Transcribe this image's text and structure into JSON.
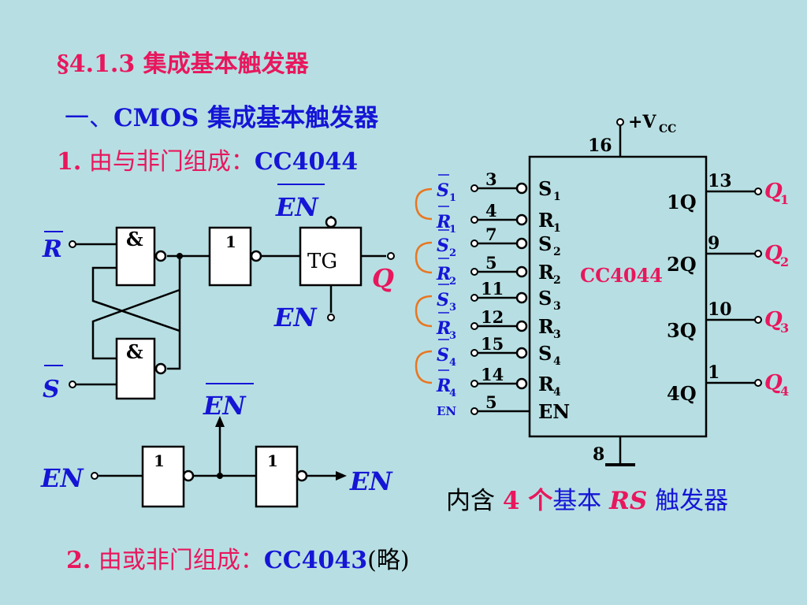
{
  "heading": {
    "section": "§4.1.3  集成基本触发器",
    "title_prefix": "一、",
    "title_bold": "CMOS",
    "title_rest": " 集成基本触发器",
    "sub1_num": "1.",
    "sub1_text": " 由与非门组成：",
    "sub1_chip": "CC4044",
    "sub2_num": "2.",
    "sub2_text": " 由或非门组成：",
    "sub2_chip": "CC4043",
    "sub2_note": "(略)"
  },
  "left_circuit": {
    "gate_and": "&",
    "gate_not": "1",
    "tg_label": "TG",
    "input_r": "R",
    "input_s": "S",
    "output_q": "Q",
    "en_bar": "EN",
    "en": "EN",
    "en_bottom_in": "EN",
    "en_bottom_out": "EN",
    "en_bottom_top": "EN"
  },
  "chip": {
    "name": "CC4044",
    "vcc": "+V",
    "vcc_sub": "CC",
    "pin_vcc": "16",
    "pin_gnd": "8",
    "left_pins": [
      {
        "num": "3",
        "sig": "S",
        "sub": "1",
        "ext": "S",
        "ext_sub": "1"
      },
      {
        "num": "4",
        "sig": "R",
        "sub": "1",
        "ext": "R",
        "ext_sub": "1"
      },
      {
        "num": "7",
        "sig": "S",
        "sub": "2",
        "ext": "S",
        "ext_sub": "2"
      },
      {
        "num": "5",
        "sig": "R",
        "sub": "2",
        "ext": "R",
        "ext_sub": "2"
      },
      {
        "num": "11",
        "sig": "S",
        "sub": "3",
        "ext": "S",
        "ext_sub": "3"
      },
      {
        "num": "12",
        "sig": "R",
        "sub": "3",
        "ext": "R",
        "ext_sub": "3"
      },
      {
        "num": "15",
        "sig": "S",
        "sub": "4",
        "ext": "S",
        "ext_sub": "4"
      },
      {
        "num": "14",
        "sig": "R",
        "sub": "4",
        "ext": "R",
        "ext_sub": "4"
      },
      {
        "num": "5",
        "sig": "EN",
        "sub": "",
        "ext": "EN",
        "ext_sub": ""
      }
    ],
    "right_pins": [
      {
        "num": "13",
        "sig": "1Q",
        "ext": "Q",
        "ext_sub": "1"
      },
      {
        "num": "9",
        "sig": "2Q",
        "ext": "Q",
        "ext_sub": "2"
      },
      {
        "num": "10",
        "sig": "3Q",
        "ext": "Q",
        "ext_sub": "3"
      },
      {
        "num": "1",
        "sig": "4Q",
        "ext": "Q",
        "ext_sub": "4"
      }
    ]
  },
  "note": {
    "prefix": "内含 ",
    "count": "4 个",
    "mid": "基本 ",
    "rs": "RS",
    "suffix": " 触发器"
  },
  "colors": {
    "background": "#b7dfe3",
    "red": "#e8175d",
    "blue": "#1515d6",
    "bracket": "#e87722"
  }
}
